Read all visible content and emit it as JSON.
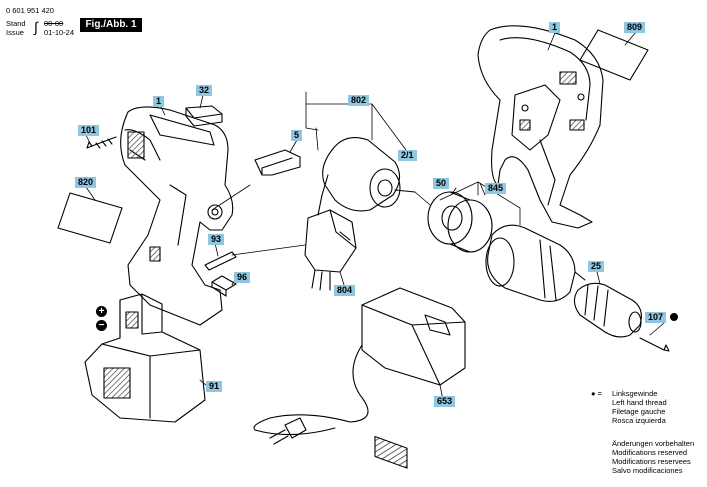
{
  "header": {
    "part_number": "0 601 951 420",
    "stand_label": "Stand",
    "stand_value": "00-00",
    "issue_label": "Issue",
    "issue_value": "01-10-24",
    "figure_label": "Fig./Abb. 1"
  },
  "labels": {
    "l1a": "1",
    "l1b": "1",
    "l809": "809",
    "l32": "32",
    "l101": "101",
    "l5": "5",
    "l802": "802",
    "l2_1": "2/1",
    "l820": "820",
    "l50": "50",
    "l845": "845",
    "l93": "93",
    "l96": "96",
    "l804": "804",
    "l25": "25",
    "l107": "107",
    "l91": "91",
    "l653": "653"
  },
  "battery_terminals": {
    "plus": "+",
    "minus": "−"
  },
  "legend": {
    "symbol": "● =",
    "lines": [
      "Linksgewinde",
      "Left hand thread",
      "Filetage gauche",
      "Rosca izquierda"
    ]
  },
  "notice": {
    "lines": [
      "Änderungen vorbehalten",
      "Modifications reserved",
      "Modifications reservees",
      "Salvo modificaciones"
    ]
  },
  "colors": {
    "label_bg": "#8fc6e0",
    "line": "#000000",
    "hatch": "#444444"
  }
}
